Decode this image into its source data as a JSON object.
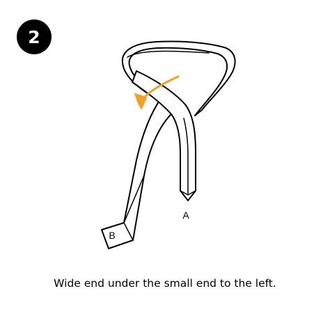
{
  "step": {
    "number": "2"
  },
  "labels": {
    "wide_end": "B",
    "small_end": "A"
  },
  "instruction": "Wide end under the small end to the left.",
  "colors": {
    "badge": "#000000",
    "arrow": "#f0a12a",
    "outline": "#000000"
  },
  "icons": {
    "direction": "curved-arrow-left-down-icon"
  }
}
